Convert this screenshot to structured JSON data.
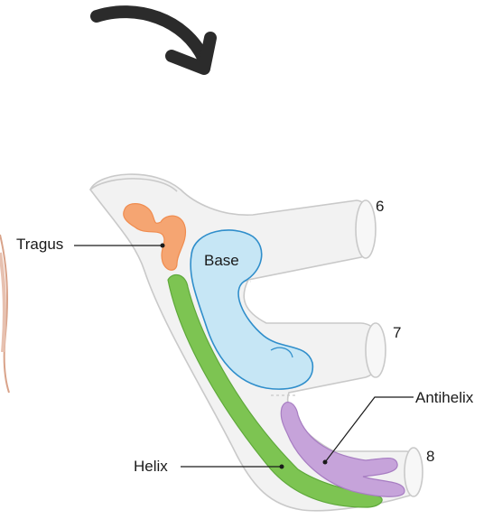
{
  "labels": {
    "tragus": "Tragus",
    "base": "Base",
    "helix": "Helix",
    "antihelix": "Antihelix"
  },
  "arch_numbers": {
    "top": "6",
    "middle": "7",
    "bottom": "8"
  },
  "colors": {
    "arrow": "#2b2b2b",
    "outline": "#c9c9c9",
    "body_fill": "#f2f2f2",
    "tragus": "#f5a572",
    "base": "#c6e6f5",
    "base_outline": "#2f8ecb",
    "helix": "#7dc452",
    "antihelix": "#c6a3da"
  }
}
